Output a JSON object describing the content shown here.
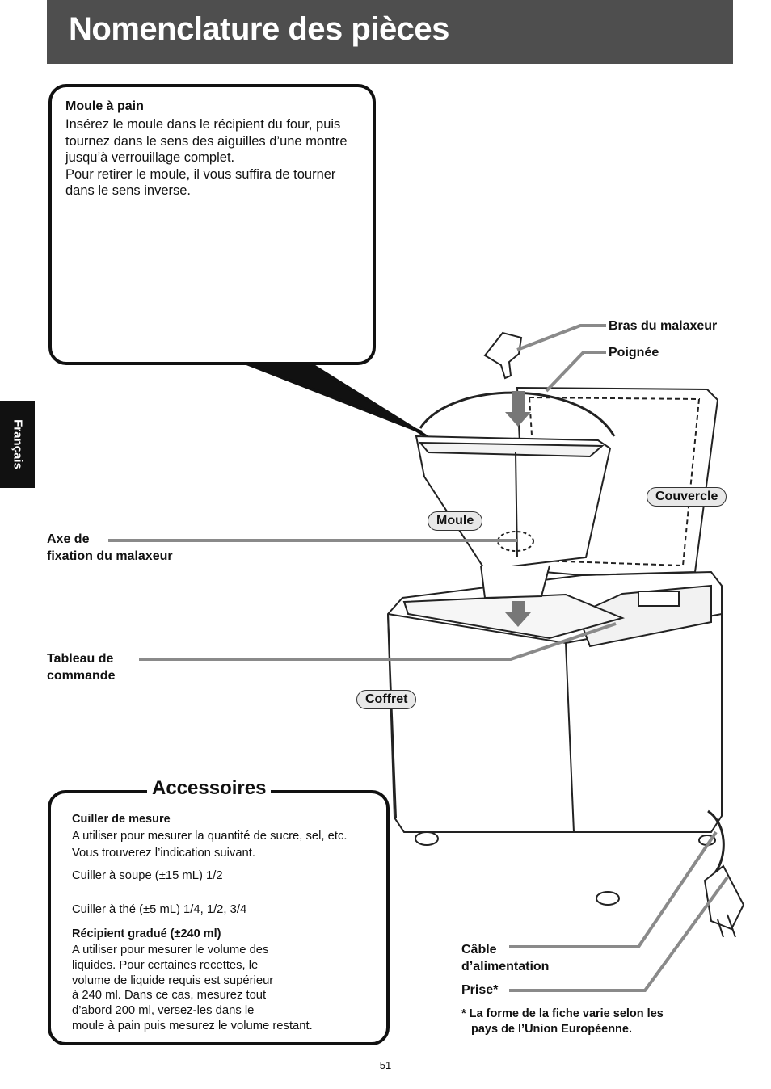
{
  "header": {
    "title": "Nomenclature des pièces"
  },
  "side_tab": {
    "label": "Français"
  },
  "mould_box": {
    "title": "Moule à pain",
    "lines": [
      "Insérez le moule dans le récipient du four, puis",
      "tournez dans le sens des aiguilles d’une montre",
      "jusqu’à verrouillage complet.",
      "Pour retirer le moule, il vous suffira de tourner",
      "dans le sens inverse."
    ]
  },
  "labels": {
    "bras": "Bras du malaxeur",
    "poignee": "Poignée",
    "couvercle": "Couvercle",
    "moule": "Moule",
    "axe_line1": "Axe de",
    "axe_line2": "fixation du malaxeur",
    "tableau_line1": "Tableau de",
    "tableau_line2": "commande",
    "coffret": "Coffret",
    "cable_line1": "Câble",
    "cable_line2": "d’alimentation",
    "prise": "Prise*"
  },
  "accessories": {
    "title": "Accessoires",
    "spoon_title": "Cuiller de mesure",
    "spoon_lines": [
      "A utiliser pour mesurer la quantité de sucre, sel, etc.",
      "Vous trouverez l’indication suivant."
    ],
    "tablespoon": "Cuiller à soupe (±15 mL) 1/2",
    "teaspoon": "Cuiller à thé (±5 mL) 1/4, 1/2, 3/4",
    "cup_title": "Récipient gradué (±240 ml)",
    "cup_lines": [
      "A utiliser pour mesurer le volume des",
      "liquides. Pour certaines recettes, le",
      "volume de liquide requis est supérieur",
      "à 240 ml. Dans ce cas, mesurez tout",
      "d’abord 200 ml, versez-les dans le",
      "moule à pain puis mesurez le volume restant."
    ]
  },
  "footnote": {
    "line1": "* La forme de la fiche varie selon les",
    "line2": "pays de l’Union Européenne."
  },
  "page_number": "– 51 –",
  "colors": {
    "header_bg": "#4e4e4e",
    "leader_line": "#8a8a8a",
    "pill_bg": "#e8e8e8"
  }
}
